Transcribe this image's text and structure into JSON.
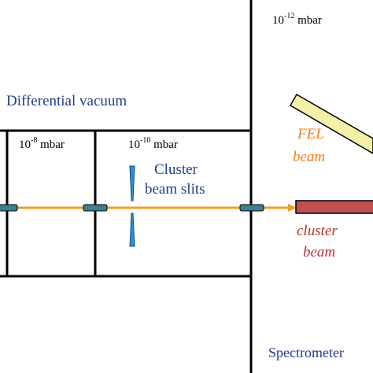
{
  "labels": {
    "differential_vacuum": "Differential  vacuum",
    "pressure_chamber1": {
      "base": "10",
      "exp": "-8",
      "unit": " mbar"
    },
    "pressure_chamber2": {
      "base": "10",
      "exp": "-10",
      "unit": " mbar"
    },
    "pressure_spectrometer": {
      "base": "10",
      "exp": "-12",
      "unit": " mbar"
    },
    "slits_line1": "Cluster",
    "slits_line2": "beam slits",
    "fel_line1": "FEL",
    "fel_line2": "beam",
    "cluster_line1": "cluster",
    "cluster_line2": "beam",
    "spectrometer": "Spectrometer"
  },
  "colors": {
    "walls": "#000000",
    "beam_line": "#f0a020",
    "aperture_fill": "#3d7f93",
    "slit_fill": "#2f8ed6",
    "fel_bar": "#f4f0a8",
    "cluster_bar": "#c05050",
    "label_blue": "#1f3c88",
    "label_orange": "#f07f12",
    "label_red": "#b83232"
  }
}
